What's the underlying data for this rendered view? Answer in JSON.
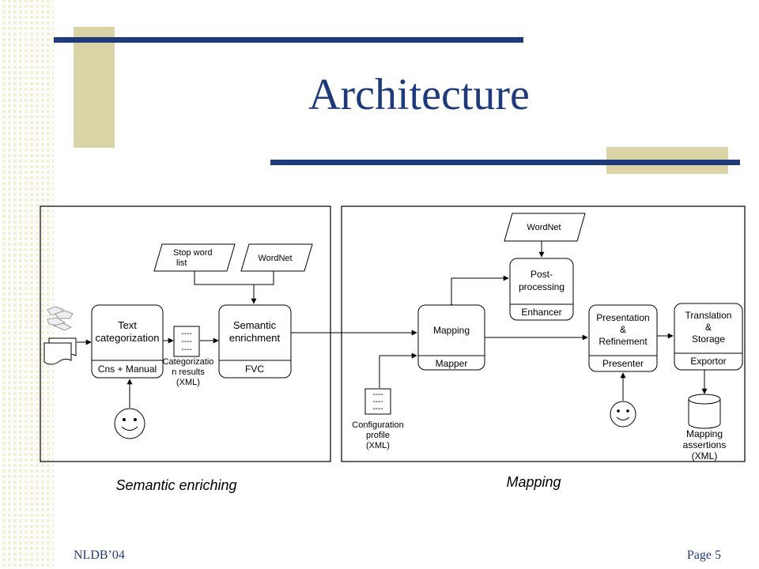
{
  "slide": {
    "title": "Architecture",
    "footer_left": "NLDB’04",
    "footer_right": "Page 5"
  },
  "colors": {
    "title": "#1f3a7a",
    "bar_navy": "#1f3a7a",
    "block_tan": "#d9d3a6",
    "strip": "#f2f0d8"
  },
  "diagram": {
    "panel_left_caption": "Semantic enriching",
    "panel_right_caption": "Mapping",
    "stopword": "Stop word list",
    "wordnet_left": "WordNet",
    "wordnet_right": "WordNet",
    "text_cat_line1": "Text",
    "text_cat_line2": "categorization",
    "text_cat_footer": "Cns + Manual",
    "cat_doc_lines": [
      "----",
      "----",
      "----"
    ],
    "cat_results_line1": "Categorizatio",
    "cat_results_line2": "n results",
    "cat_results_line3": "(XML)",
    "semantic_line1": "Semantic",
    "semantic_line2": "enrichment",
    "semantic_footer": "FVC",
    "post_line1": "Post-",
    "post_line2": "processing",
    "post_footer": "Enhancer",
    "mapping_label": "Mapping",
    "mapping_footer": "Mapper",
    "config_doc_lines": [
      "----",
      "----",
      "----"
    ],
    "config_line1": "Configuration",
    "config_line2": "profile",
    "config_line3": "(XML)",
    "pres_line1": "Presentation",
    "pres_line2": "&",
    "pres_line3": "Refinement",
    "pres_footer": "Presenter",
    "trans_line1": "Translation",
    "trans_line2": "&",
    "trans_line3": "Storage",
    "trans_footer": "Exportor",
    "assert_line1": "Mapping",
    "assert_line2": "assertions",
    "assert_line3": "(XML)"
  }
}
